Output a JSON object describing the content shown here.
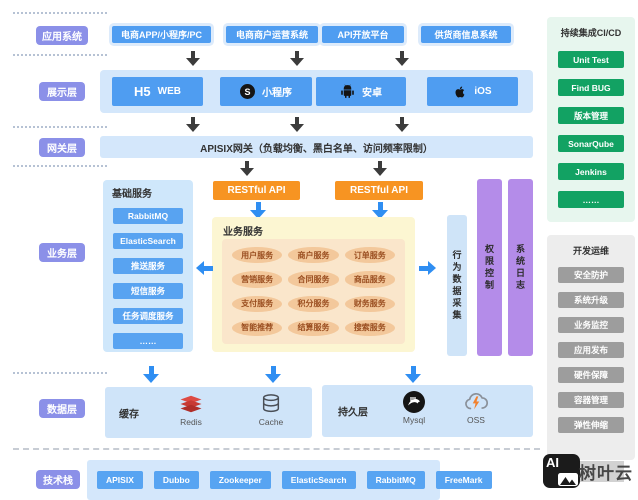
{
  "layer_labels": {
    "app": "应用系统",
    "presentation": "展示层",
    "gateway": "网关层",
    "business": "业务层",
    "data": "数据层",
    "tech": "技术栈"
  },
  "app_row": [
    "电商APP/小程序/PC",
    "电商商户运营系统",
    "API开放平台",
    "供货商信息系统"
  ],
  "presentation_row": [
    {
      "icon": "h5-icon",
      "label": "WEB"
    },
    {
      "icon": "miniprogram-icon",
      "label": "小程序"
    },
    {
      "icon": "android-icon",
      "label": "安卓"
    },
    {
      "icon": "apple-icon",
      "label": "iOS"
    }
  ],
  "h5_glyph": "H5",
  "miniprogram_glyph": "S",
  "gateway_text": "APISIX网关（负载均衡、黑白名单、访问频率限制）",
  "base_services": {
    "title": "基础服务",
    "items": [
      "RabbitMQ",
      "ElasticSearch",
      "推送服务",
      "短信服务",
      "任务调度服务",
      "……"
    ]
  },
  "restful_api_label": "RESTful API",
  "business_services": {
    "title": "业务服务",
    "grid": [
      [
        "用户服务",
        "商户服务",
        "订单服务"
      ],
      [
        "营销服务",
        "合同服务",
        "商品服务"
      ],
      [
        "支付服务",
        "积分服务",
        "财务服务"
      ],
      [
        "智能推荐",
        "结算服务",
        "搜索服务"
      ]
    ]
  },
  "vertical_bars": {
    "behavior": "行为数据采集",
    "permission": "权限控制",
    "syslog": "系统日志"
  },
  "cicd": {
    "title": "持续集成CI/CD",
    "items": [
      "Unit Test",
      "Find BUG",
      "版本管理",
      "SonarQube",
      "Jenkins",
      "……"
    ]
  },
  "devops": {
    "title": "开发运维",
    "items": [
      "安全防护",
      "系统升级",
      "业务监控",
      "应用发布",
      "硬件保障",
      "容器管理",
      "弹性伸缩"
    ]
  },
  "cache_layer": {
    "title": "缓存",
    "items": [
      {
        "icon": "redis-icon",
        "label": "Redis"
      },
      {
        "icon": "database-icon",
        "label": "Cache"
      }
    ]
  },
  "persistence_layer": {
    "title": "持久层",
    "items": [
      {
        "icon": "mysql-icon",
        "label": "Mysql"
      },
      {
        "icon": "oss-cloud-icon",
        "label": "OSS"
      }
    ]
  },
  "tech_stack": [
    "APISIX",
    "Dubbo",
    "Zookeeper",
    "ElasticSearch",
    "RabbitMQ",
    "FreeMark"
  ],
  "watermark": {
    "logo": "AI",
    "text": "树叶云"
  },
  "colors": {
    "blue_box": "#4f9df1",
    "light_blue_panel": "#d4e7fb",
    "label_purple": "#8b90e8",
    "bar_purple": "#b48ce9",
    "orange": "#f79422",
    "pill_orange": "#f3c89b",
    "green": "#12a263",
    "green_panel": "#e7f6ee",
    "gray_button": "#9d9d9d",
    "gray_panel": "#ededed",
    "arrow_blue": "#2f8ef2",
    "arrow_black": "#3c3c3c"
  }
}
